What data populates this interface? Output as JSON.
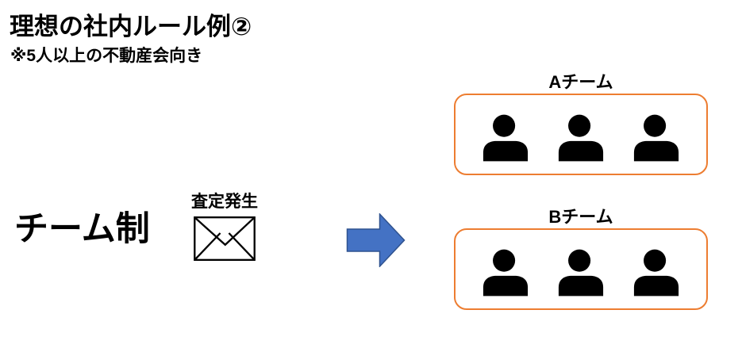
{
  "page": {
    "title": "理想の社内ルール例②",
    "subtitle": "※5人以上の不動産会向き"
  },
  "left": {
    "label": "チーム制",
    "event_label": "査定発生",
    "icon": "envelope-icon"
  },
  "arrow": {
    "icon": "right-block-arrow"
  },
  "teams": [
    {
      "label": "Aチーム",
      "member_count": 3
    },
    {
      "label": "Bチーム",
      "member_count": 3
    }
  ],
  "colors": {
    "team_box_border": "#ED7D31",
    "arrow_fill": "#4472C4",
    "arrow_stroke": "#2F528F",
    "icon_black": "#000000"
  }
}
